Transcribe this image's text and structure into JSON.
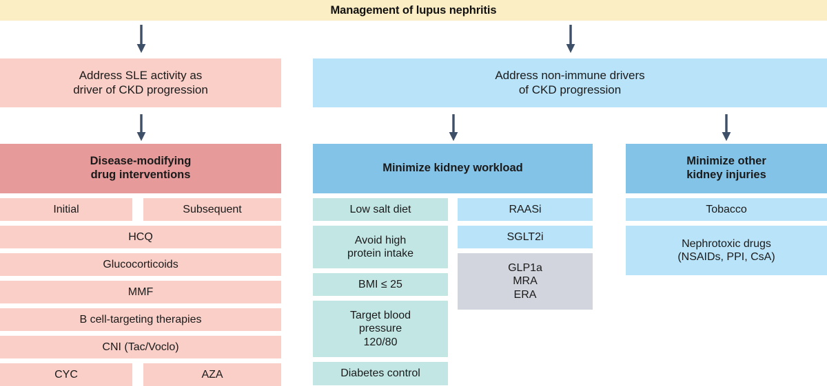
{
  "header": {
    "title": "Management of lupus nephritis",
    "bar_color": "#fbeec4"
  },
  "arrows": {
    "icon": "down-arrow-icon",
    "color": "#3e5068"
  },
  "branches": {
    "left": {
      "intro": "Address SLE activity as\ndriver of CKD progression",
      "intro_line1": "Address SLE activity as",
      "intro_line2": "driver of CKD progression",
      "color": "#f9cfc8",
      "header_line1": "Disease-modifying",
      "header_line2": "drug interventions",
      "header_color": "#e79a9a",
      "rows": [
        {
          "type": "split",
          "left": "Initial",
          "right": "Subsequent"
        },
        {
          "type": "full",
          "label": "HCQ"
        },
        {
          "type": "full",
          "label": "Glucocorticoids"
        },
        {
          "type": "full",
          "label": "MMF"
        },
        {
          "type": "full",
          "label": "B cell-targeting therapies"
        },
        {
          "type": "full",
          "label": "CNI (Tac/Voclo)"
        },
        {
          "type": "split",
          "left": "CYC",
          "right": "AZA"
        }
      ]
    },
    "right": {
      "intro_line1": "Address non-immune drivers",
      "intro_line2": "of CKD progression",
      "color": "#b9e3f8",
      "groups": [
        {
          "header_line1": "Minimize kidney workload",
          "header_line2": "",
          "header_color": "#84c3e8",
          "left_items": [
            {
              "label": "Low salt diet",
              "color": "#c2e6e4"
            },
            {
              "label": "Avoid high\nprotein intake",
              "line1": "Avoid high",
              "line2": "protein intake",
              "color": "#c2e6e4"
            },
            {
              "label": "BMI ≤ 25",
              "color": "#c2e6e4"
            },
            {
              "label": "Target blood\npressure\n120/80",
              "line1": "Target blood",
              "line2": "pressure",
              "line3": "120/80",
              "color": "#c2e6e4"
            },
            {
              "label": "Diabetes control",
              "color": "#c2e6e4"
            }
          ],
          "right_items": [
            {
              "label": "RAASi",
              "color": "#b9e3f8"
            },
            {
              "label": "SGLT2i",
              "color": "#b9e3f8"
            },
            {
              "label": "GLP1a\nMRA\nERA",
              "line1": "GLP1a",
              "line2": "MRA",
              "line3": "ERA",
              "color": "#d3d5de"
            }
          ]
        },
        {
          "header_line1": "Minimize other",
          "header_line2": "kidney injuries",
          "header_color": "#84c3e8",
          "items": [
            {
              "label": "Tobacco",
              "color": "#b9e3f8"
            },
            {
              "label": "Nephrotoxic drugs\n(NSAIDs, PPI, CsA)",
              "line1": "Nephrotoxic drugs",
              "line2": "(NSAIDs, PPI, CsA)",
              "color": "#b9e3f8"
            }
          ]
        }
      ]
    }
  }
}
